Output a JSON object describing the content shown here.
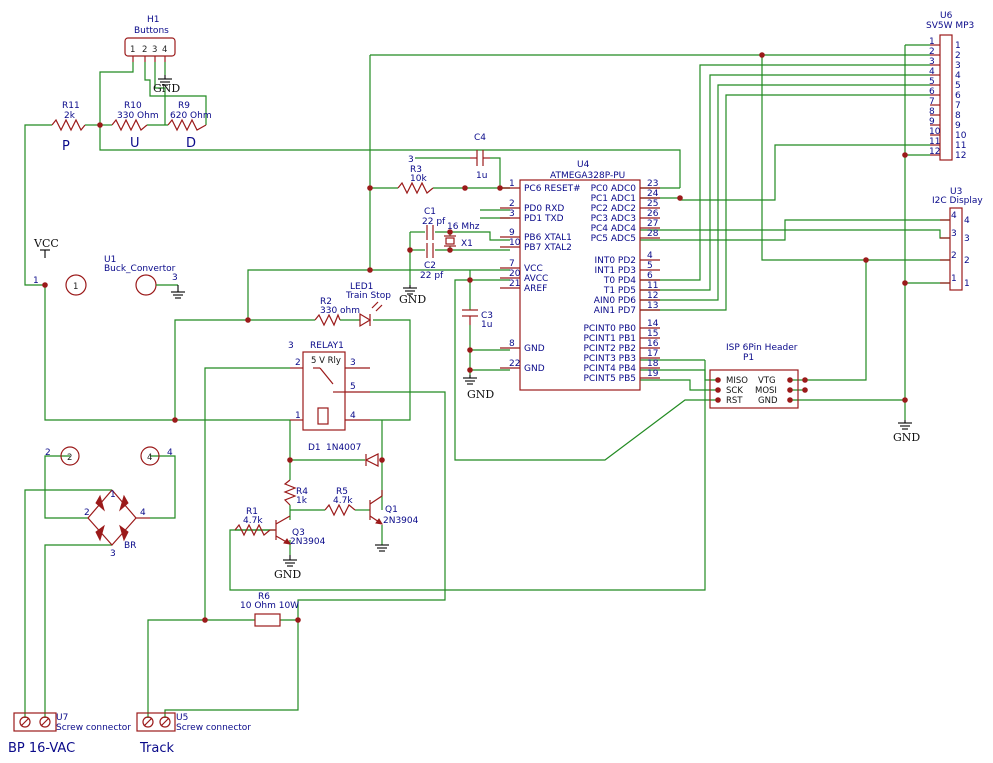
{
  "h1": {
    "ref": "H1",
    "value": "Buttons",
    "pins": [
      "1",
      "2",
      "3",
      "4"
    ]
  },
  "gnd": "GND",
  "vcc": "VCC",
  "r11": {
    "ref": "R11",
    "value": "2k"
  },
  "r10": {
    "ref": "R10",
    "value": "330 Ohm"
  },
  "r9": {
    "ref": "R9",
    "value": "620 Ohm"
  },
  "btn_p": "P",
  "btn_u": "U",
  "btn_d": "D",
  "c4": {
    "ref": "C4",
    "value": "1u",
    "pin": "3"
  },
  "r3": {
    "ref": "R3",
    "value": "10k",
    "pin": "3"
  },
  "u4": {
    "ref": "U4",
    "value": "ATMEGA328P-PU",
    "left_pins": [
      {
        "n": "1",
        "name": "PC6 RESET#"
      },
      {
        "n": "2",
        "name": "PD0 RXD"
      },
      {
        "n": "3",
        "name": "PD1 TXD"
      },
      {
        "n": "9",
        "name": "PB6 XTAL1"
      },
      {
        "n": "10",
        "name": "PB7 XTAL2"
      },
      {
        "n": "7",
        "name": "VCC"
      },
      {
        "n": "20",
        "name": "AVCC"
      },
      {
        "n": "21",
        "name": "AREF"
      },
      {
        "n": "8",
        "name": "GND"
      },
      {
        "n": "22",
        "name": "GND"
      }
    ],
    "right_pins": [
      {
        "n": "23",
        "name": "PC0 ADC0"
      },
      {
        "n": "24",
        "name": "PC1 ADC1"
      },
      {
        "n": "25",
        "name": "PC2 ADC2"
      },
      {
        "n": "26",
        "name": "PC3 ADC3"
      },
      {
        "n": "27",
        "name": "PC4 ADC4"
      },
      {
        "n": "28",
        "name": "PC5 ADC5"
      },
      {
        "n": "4",
        "name": "INT0 PD2"
      },
      {
        "n": "5",
        "name": "INT1 PD3"
      },
      {
        "n": "6",
        "name": "T0 PD4"
      },
      {
        "n": "11",
        "name": "T1 PD5"
      },
      {
        "n": "12",
        "name": "AIN0 PD6"
      },
      {
        "n": "13",
        "name": "AIN1 PD7"
      },
      {
        "n": "14",
        "name": "PCINT0 PB0"
      },
      {
        "n": "15",
        "name": "PCINT1 PB1"
      },
      {
        "n": "16",
        "name": "PCINT2 PB2"
      },
      {
        "n": "17",
        "name": "PCINT3 PB3"
      },
      {
        "n": "18",
        "name": "PCINT4 PB4"
      },
      {
        "n": "19",
        "name": "PCINT5 PB5"
      }
    ]
  },
  "c1": {
    "ref": "C1",
    "value": "22 pf"
  },
  "c2": {
    "ref": "C2",
    "value": "22 pf"
  },
  "x1": {
    "ref": "X1",
    "value": "16 Mhz"
  },
  "c3": {
    "ref": "C3",
    "value": "1u"
  },
  "u6": {
    "ref": "U6",
    "value": "SV5W MP3",
    "pins": [
      "1",
      "2",
      "3",
      "4",
      "5",
      "6",
      "7",
      "8",
      "9",
      "10",
      "11",
      "12"
    ]
  },
  "u3": {
    "ref": "U3",
    "value": "I2C Display",
    "pins": [
      "4",
      "3",
      "2",
      "1"
    ]
  },
  "p1": {
    "ref": "P1",
    "value": "ISP 6Pin Header",
    "left": [
      "MISO",
      "SCK",
      "RST"
    ],
    "right": [
      "VTG",
      "MOSI",
      "GND"
    ]
  },
  "u1": {
    "ref": "U1",
    "value": "Buck_Convertor",
    "pin1": "1",
    "pin3": "3"
  },
  "led1": {
    "ref": "LED1",
    "value": "Train Stop"
  },
  "r2": {
    "ref": "R2",
    "value": "330 ohm"
  },
  "relay1": {
    "ref": "RELAY1",
    "value": "5 V Rly",
    "num": "3",
    "pins": [
      "2",
      "3",
      "5",
      "1",
      "4"
    ]
  },
  "d1": {
    "ref": "D1",
    "value": "1N4007"
  },
  "r4": {
    "ref": "R4",
    "value": "1k"
  },
  "r5": {
    "ref": "R5",
    "value": "4.7k"
  },
  "r1": {
    "ref": "R1",
    "value": "4.7k"
  },
  "q1": {
    "ref": "Q1",
    "value": "2N3904"
  },
  "q3": {
    "ref": "Q3",
    "value": "2N3904"
  },
  "br": {
    "ref": "BR",
    "pins": [
      "1",
      "2",
      "3",
      "4"
    ]
  },
  "term2": "2",
  "term4": "4",
  "r6": {
    "ref": "R6",
    "value": "10 Ohm 10W"
  },
  "u7": {
    "ref": "U7",
    "value": "Screw connector"
  },
  "u5": {
    "ref": "U5",
    "value": "Screw connector"
  },
  "bp_label": "BP 16-VAC",
  "track_label": "Track"
}
